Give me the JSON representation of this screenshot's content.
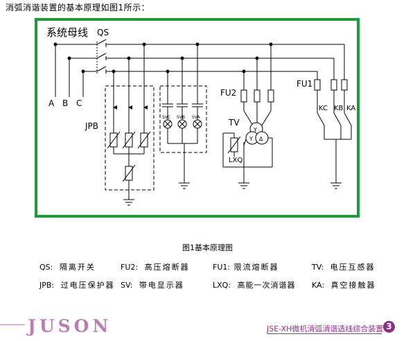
{
  "intro_text": "消弧消谐装置的基本原理如图1所示：",
  "diagram": {
    "bus_title": "系统母线",
    "switch_label": "QS",
    "phase_labels": [
      "A",
      "B",
      "C"
    ],
    "jpb_label": "JPB",
    "sv_labels": [
      "SVC",
      "SVB",
      "SVA"
    ],
    "fu2_label": "FU2",
    "tv_label": "TV",
    "tv_winding_labels": [
      "Y",
      "Y",
      "∆"
    ],
    "lxq_label": "LXQ",
    "fu1_label": "FU1",
    "kc_label": "KC",
    "kb_label": "KB",
    "ka_label": "KA",
    "frame_color": "#1e9a3a"
  },
  "caption": "图1基本原理图",
  "legend": [
    {
      "code": "QS:",
      "text": "隔离开关"
    },
    {
      "code": "FU2:",
      "text": "高压熔断器"
    },
    {
      "code": "FU1:",
      "text": "限流熔断器"
    },
    {
      "code": "TV:",
      "text": "电压互感器"
    },
    {
      "code": "JPB:",
      "text": "过电压保护器"
    },
    {
      "code": "SV:",
      "text": "带电显示器"
    },
    {
      "code": "LXQ:",
      "text": "高能一次消谐器"
    },
    {
      "code": "KA:",
      "text": "真空接触器"
    }
  ],
  "footer": {
    "brand": "JUSON",
    "title": "JSE-XH微机消弧消谐选线综合装置",
    "page_number": "3",
    "brand_color": "#b97fb1",
    "accent_color": "#8e2f86"
  }
}
